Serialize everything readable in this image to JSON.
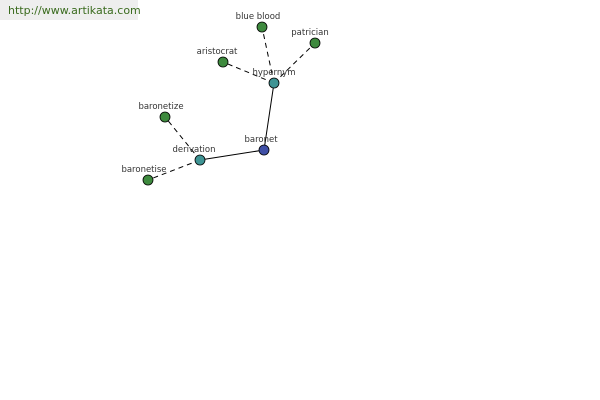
{
  "watermark": {
    "text": "http://www.artikata.com"
  },
  "colors": {
    "leaf": "#3e8a3e",
    "relation": "#3f9494",
    "root": "#3f4fa6"
  },
  "graph": {
    "root": "baronet",
    "hypernym": "hypernym",
    "derivation": "derivation",
    "blue_blood": "blue blood",
    "patrician": "patrician",
    "aristocrat": "aristocrat",
    "baronetize": "baronetize",
    "baronetise": "baronetise"
  }
}
